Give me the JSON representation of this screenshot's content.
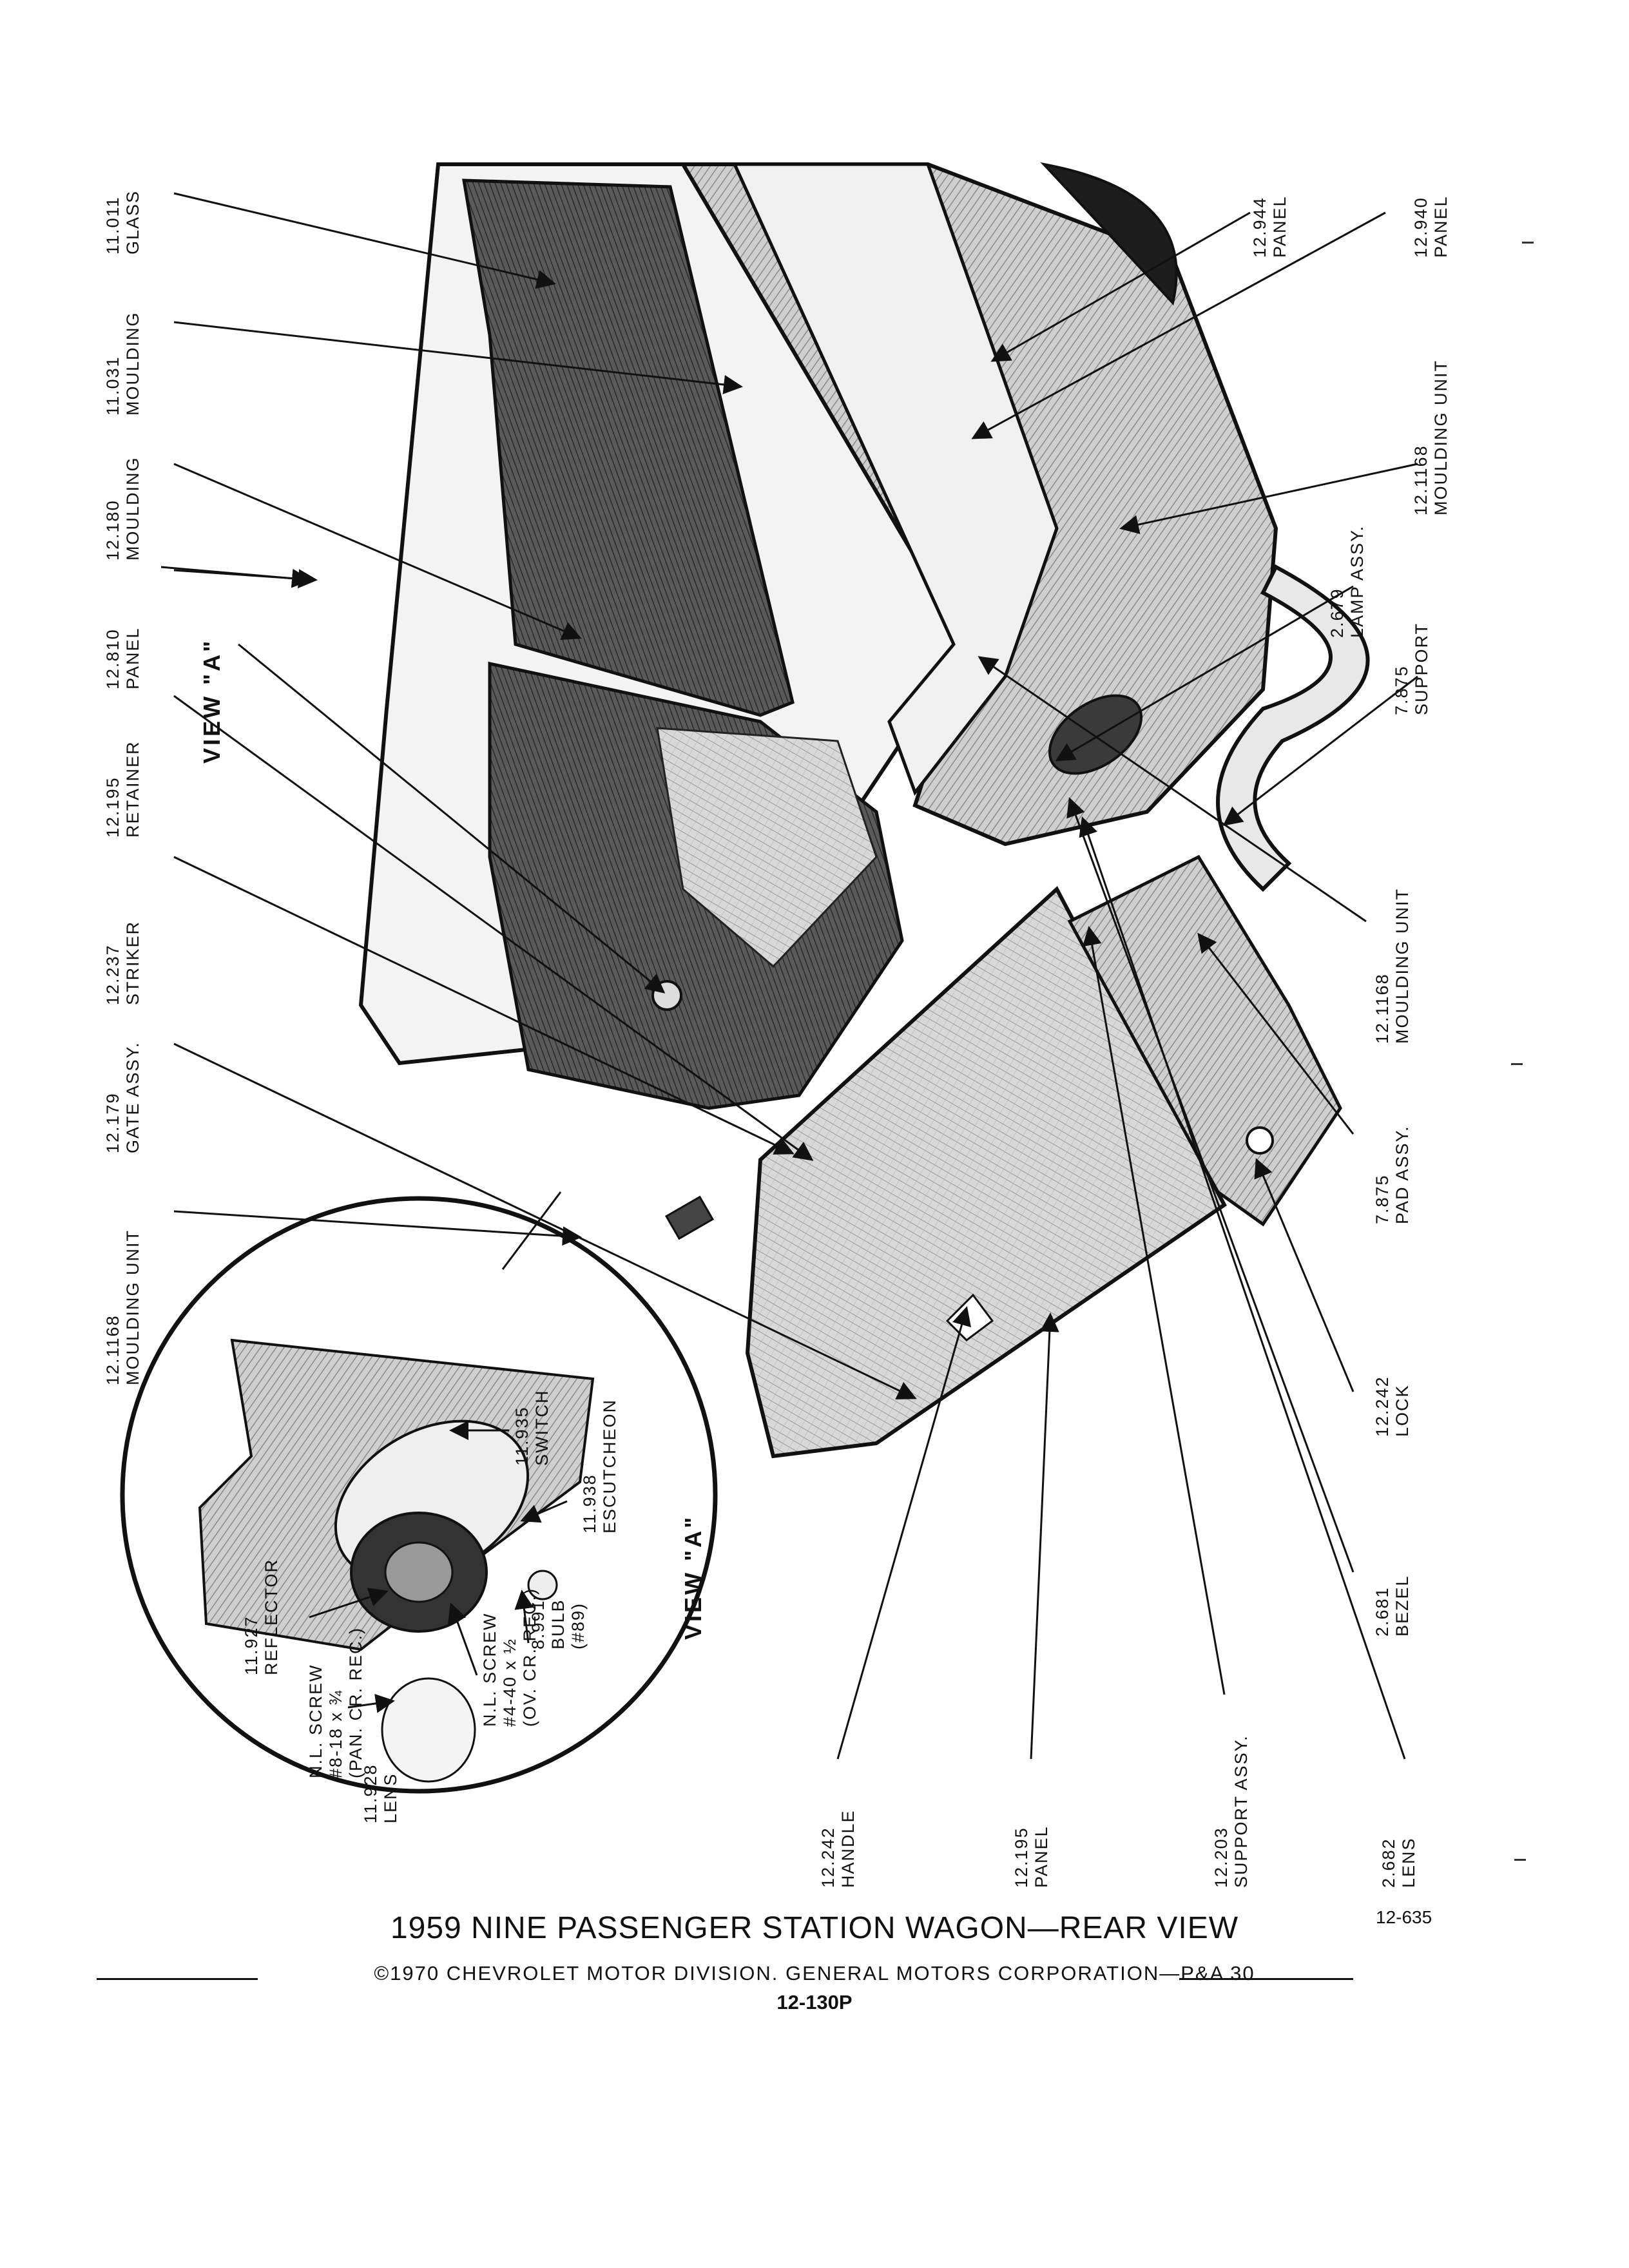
{
  "caption": {
    "title": "1959 NINE PASSENGER STATION WAGON—REAR VIEW",
    "copyright": "©1970 CHEVROLET MOTOR DIVISION. GENERAL MOTORS CORPORATION—P&A 30",
    "plate_number": "12-130P",
    "figure_number": "12-635"
  },
  "view_label": "VIEW \"A\"",
  "callouts_top": [
    {
      "number": "11.011",
      "name": "GLASS"
    },
    {
      "number": "11.031",
      "name": "MOULDING"
    },
    {
      "number": "12.180",
      "name": "MOULDING"
    },
    {
      "number": "12.810",
      "name": "PANEL"
    },
    {
      "number": "12.195",
      "name": "RETAINER"
    },
    {
      "number": "12.237",
      "name": "STRIKER"
    },
    {
      "number": "12.179",
      "name": "GATE ASSY."
    },
    {
      "number": "12.1168",
      "name": "MOULDING UNIT"
    }
  ],
  "callouts_right": [
    {
      "number": "12.944",
      "name": "PANEL"
    },
    {
      "number": "12.940",
      "name": "PANEL"
    },
    {
      "number": "12.1168",
      "name": "MOULDING UNIT"
    },
    {
      "number": "2.679",
      "name": "LAMP ASSY."
    },
    {
      "number": "7.875",
      "name": "SUPPORT"
    },
    {
      "number": "12.1168",
      "name": "MOULDING UNIT"
    },
    {
      "number": "7.875",
      "name": "PAD ASSY."
    },
    {
      "number": "12.242",
      "name": "LOCK"
    },
    {
      "number": "2.681",
      "name": "BEZEL"
    }
  ],
  "callouts_bottom": [
    {
      "number": "12.242",
      "name": "HANDLE"
    },
    {
      "number": "12.195",
      "name": "PANEL"
    },
    {
      "number": "12.203",
      "name": "SUPPORT ASSY."
    },
    {
      "number": "2.682",
      "name": "LENS"
    }
  ],
  "inset": {
    "labels": [
      {
        "lines": [
          "11.935",
          "SWITCH"
        ]
      },
      {
        "lines": [
          "11.938",
          "ESCUTCHEON"
        ]
      },
      {
        "lines": [
          "8.991",
          "BULB",
          "(#89)"
        ]
      },
      {
        "lines": [
          "N.L. SCREW",
          "#4-40 x ½",
          "(OV. CR. REC.)"
        ]
      },
      {
        "lines": [
          "11.927",
          "REFLECTOR"
        ]
      },
      {
        "lines": [
          "N.L. SCREW",
          "#8-18 x ¾",
          "(PAN. CR. REC.)"
        ]
      },
      {
        "lines": [
          "11.928",
          "LENS"
        ]
      }
    ],
    "view_label": "VIEW \"A\""
  }
}
